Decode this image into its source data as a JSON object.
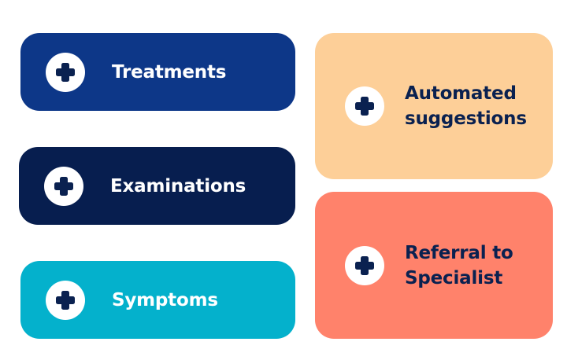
{
  "cards": {
    "treatments": {
      "label": "Treatments",
      "icon": "plus-icon",
      "color": "#0d3788"
    },
    "examinations": {
      "label": "Examinations",
      "icon": "plus-icon",
      "color": "#071e4f"
    },
    "symptoms": {
      "label": "Symptoms",
      "icon": "plus-icon",
      "color": "#04b1cc"
    },
    "automated": {
      "label_line1": "Automated",
      "label_line2": "suggestions",
      "icon": "plus-icon",
      "color": "#fdcf98"
    },
    "referral": {
      "label_line1": "Referral to",
      "label_line2": "Specialist",
      "icon": "plus-icon",
      "color": "#ff826b"
    }
  },
  "icon_color": "#0a2150"
}
